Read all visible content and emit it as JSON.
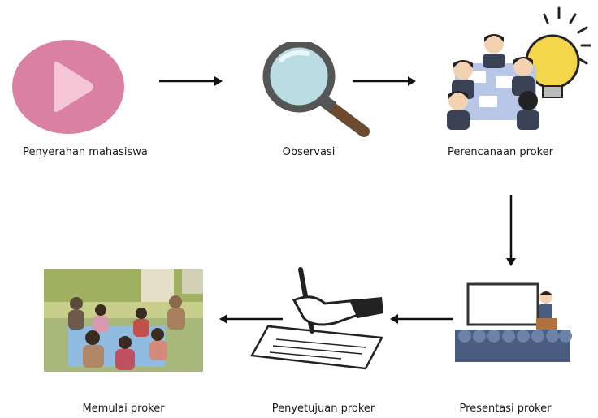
{
  "steps": [
    {
      "label": "Penyerahan mahasiswa",
      "icon": "play-icon"
    },
    {
      "label": "Observasi",
      "icon": "magnifier-icon"
    },
    {
      "label": "Perencanaan proker",
      "icon": "team-meeting-icon"
    },
    {
      "label": "Presentasi proker",
      "icon": "presentation-icon"
    },
    {
      "label": "Penyetujuan proker",
      "icon": "signing-icon"
    },
    {
      "label": "Memulai proker",
      "icon": "classroom-photo"
    }
  ],
  "colors": {
    "play": "#d980a3",
    "arrow": "#111111",
    "bulb": "#f5d64a",
    "audience": "#4a5d80"
  }
}
